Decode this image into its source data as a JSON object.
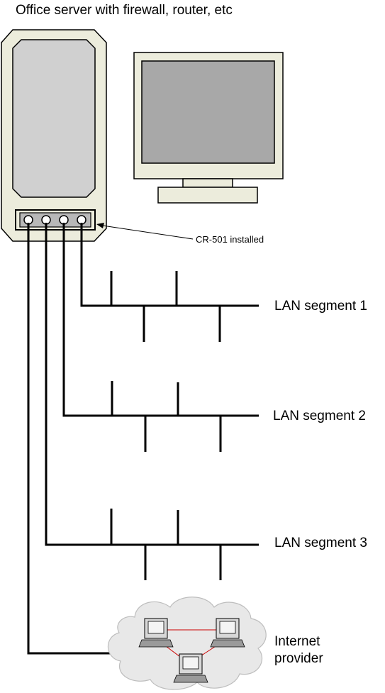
{
  "diagram": {
    "title": "Office server with firewall, router, etc",
    "port_label": "CR-501 installed",
    "segments": [
      {
        "label": "LAN segment 1"
      },
      {
        "label": "LAN segment 2"
      },
      {
        "label": "LAN segment 3"
      }
    ],
    "internet": {
      "line1": "Internet",
      "line2": "provider"
    }
  }
}
